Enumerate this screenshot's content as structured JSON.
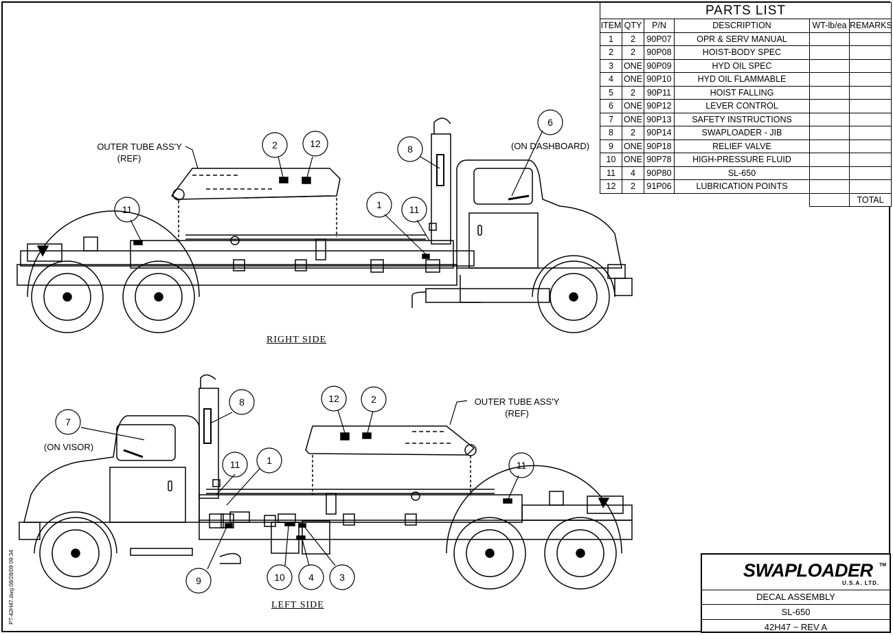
{
  "parts_list": {
    "title": "PARTS LIST",
    "headers": [
      "ITEM",
      "QTY",
      "P/N",
      "DESCRIPTION",
      "WT-lb/ea",
      "REMARKS"
    ],
    "rows": [
      {
        "item": "1",
        "qty": "2",
        "pn": "90P07",
        "desc": "OPR & SERV MANUAL"
      },
      {
        "item": "2",
        "qty": "2",
        "pn": "90P08",
        "desc": "HOIST-BODY SPEC"
      },
      {
        "item": "3",
        "qty": "ONE",
        "pn": "90P09",
        "desc": "HYD OIL SPEC"
      },
      {
        "item": "4",
        "qty": "ONE",
        "pn": "90P10",
        "desc": "HYD OIL FLAMMABLE"
      },
      {
        "item": "5",
        "qty": "2",
        "pn": "90P11",
        "desc": "HOIST FALLING"
      },
      {
        "item": "6",
        "qty": "ONE",
        "pn": "90P12",
        "desc": "LEVER CONTROL"
      },
      {
        "item": "7",
        "qty": "ONE",
        "pn": "90P13",
        "desc": "SAFETY INSTRUCTIONS"
      },
      {
        "item": "8",
        "qty": "2",
        "pn": "90P14",
        "desc": "SWAPLOADER - JIB"
      },
      {
        "item": "9",
        "qty": "ONE",
        "pn": "90P18",
        "desc": "RELIEF VALVE"
      },
      {
        "item": "10",
        "qty": "ONE",
        "pn": "90P78",
        "desc": "HIGH-PRESSURE FLUID"
      },
      {
        "item": "11",
        "qty": "4",
        "pn": "90P80",
        "desc": "SL-650"
      },
      {
        "item": "12",
        "qty": "2",
        "pn": "91P06",
        "desc": "LUBRICATION POINTS"
      }
    ],
    "total_label": "TOTAL"
  },
  "title_block": {
    "brand": "SWAPLOADER",
    "brand_sub": "U.S.A.   LTD.",
    "trademark": "TM",
    "drawing_title": "DECAL ASSEMBLY",
    "model": "SL-650",
    "drawing_number": "42H47 ~ REV A"
  },
  "views": {
    "right_side_label": "RIGHT SIDE",
    "left_side_label": "LEFT SIDE"
  },
  "notes": {
    "outer_tube_top_1": "OUTER TUBE ASS'Y",
    "outer_tube_top_2": "(REF)",
    "dashboard": "(ON DASHBOARD)",
    "visor": "(ON VISOR)",
    "outer_tube_bottom_1": "OUTER TUBE ASS'Y",
    "outer_tube_bottom_2": "(REF)"
  },
  "balloons_right": [
    "2",
    "12",
    "8",
    "6",
    "11",
    "1",
    "11"
  ],
  "balloons_left": [
    "7",
    "8",
    "12",
    "2",
    "11",
    "1",
    "11",
    "9",
    "10",
    "4",
    "3"
  ],
  "file_stamp": "PT-42H47.dwg  08/28/09  09:34"
}
